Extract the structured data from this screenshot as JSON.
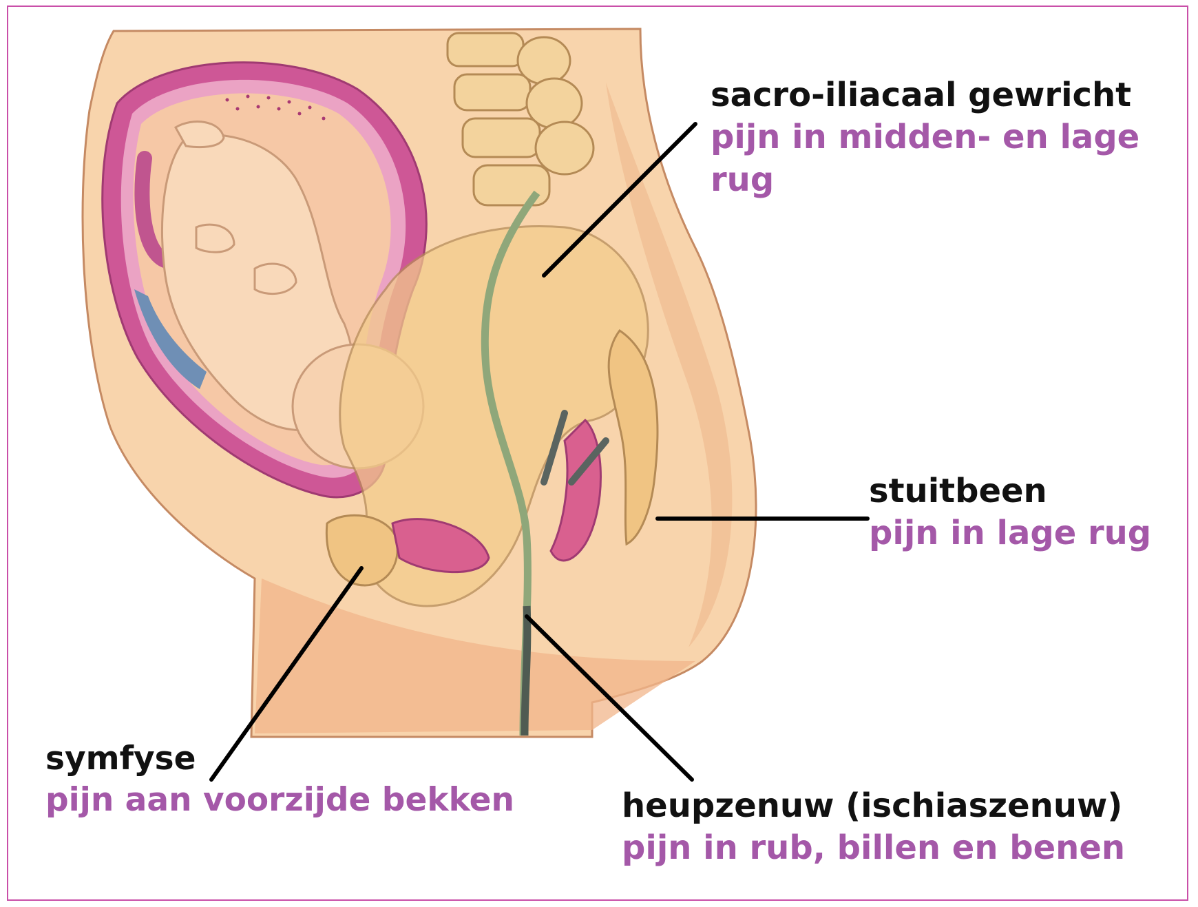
{
  "colors": {
    "frame": "#c94fa8",
    "name_text": "#111111",
    "pain_text": "#a458a8",
    "skin": "#f7cfa3",
    "bone": "#f3cc8c",
    "uterus": "#d1589a",
    "nerve": "#8fa77a"
  },
  "labels": {
    "sacro": {
      "name": "sacro-iliacaal gewricht",
      "pain_1": "pijn in midden- en lage",
      "pain_2": "rug"
    },
    "stuit": {
      "name": "stuitbeen",
      "pain": "pijn in lage rug"
    },
    "symfyse": {
      "name": "symfyse",
      "pain": "pijn aan voorzijde bekken"
    },
    "heup": {
      "name": "heupzenuw (ischiaszenuw)",
      "pain": "pijn in rub, billen en benen"
    }
  }
}
